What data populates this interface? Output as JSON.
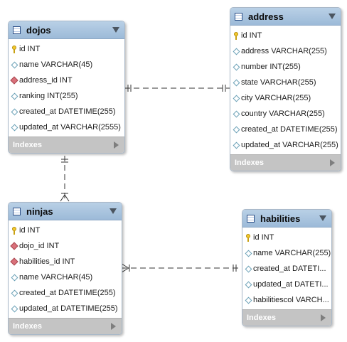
{
  "tables": {
    "dojos": {
      "name": "dojos",
      "columns": [
        "id INT",
        "name VARCHAR(45)",
        "address_id INT",
        "ranking INT(255)",
        "created_at DATETIME(255)",
        "updated_at VARCHAR(2555)"
      ],
      "indexes": "Indexes"
    },
    "address": {
      "name": "address",
      "columns": [
        "id INT",
        "address VARCHAR(255)",
        "number INT(255)",
        "state VARCHAR(255)",
        "city VARCHAR(255)",
        "country VARCHAR(255)",
        "created_at DATETIME(255)",
        "updated_at VARCHAR(255)"
      ],
      "indexes": "Indexes"
    },
    "ninjas": {
      "name": "ninjas",
      "columns": [
        "id INT",
        "dojo_id INT",
        "habilities_id INT",
        "name VARCHAR(45)",
        "created_at DATETIME(255)",
        "updated_at DATETIME(255)"
      ],
      "indexes": "Indexes"
    },
    "habilities": {
      "name": "habilities",
      "columns": [
        "id INT",
        "name VARCHAR(255)",
        "created_at DATETI...",
        "updated_at DATETI...",
        "habilitiescol VARCH..."
      ],
      "indexes": "Indexes"
    }
  },
  "colors": {
    "header": "#9cbad8",
    "indexes_bar": "#c4c4c4",
    "relationship_line": "#333333"
  }
}
